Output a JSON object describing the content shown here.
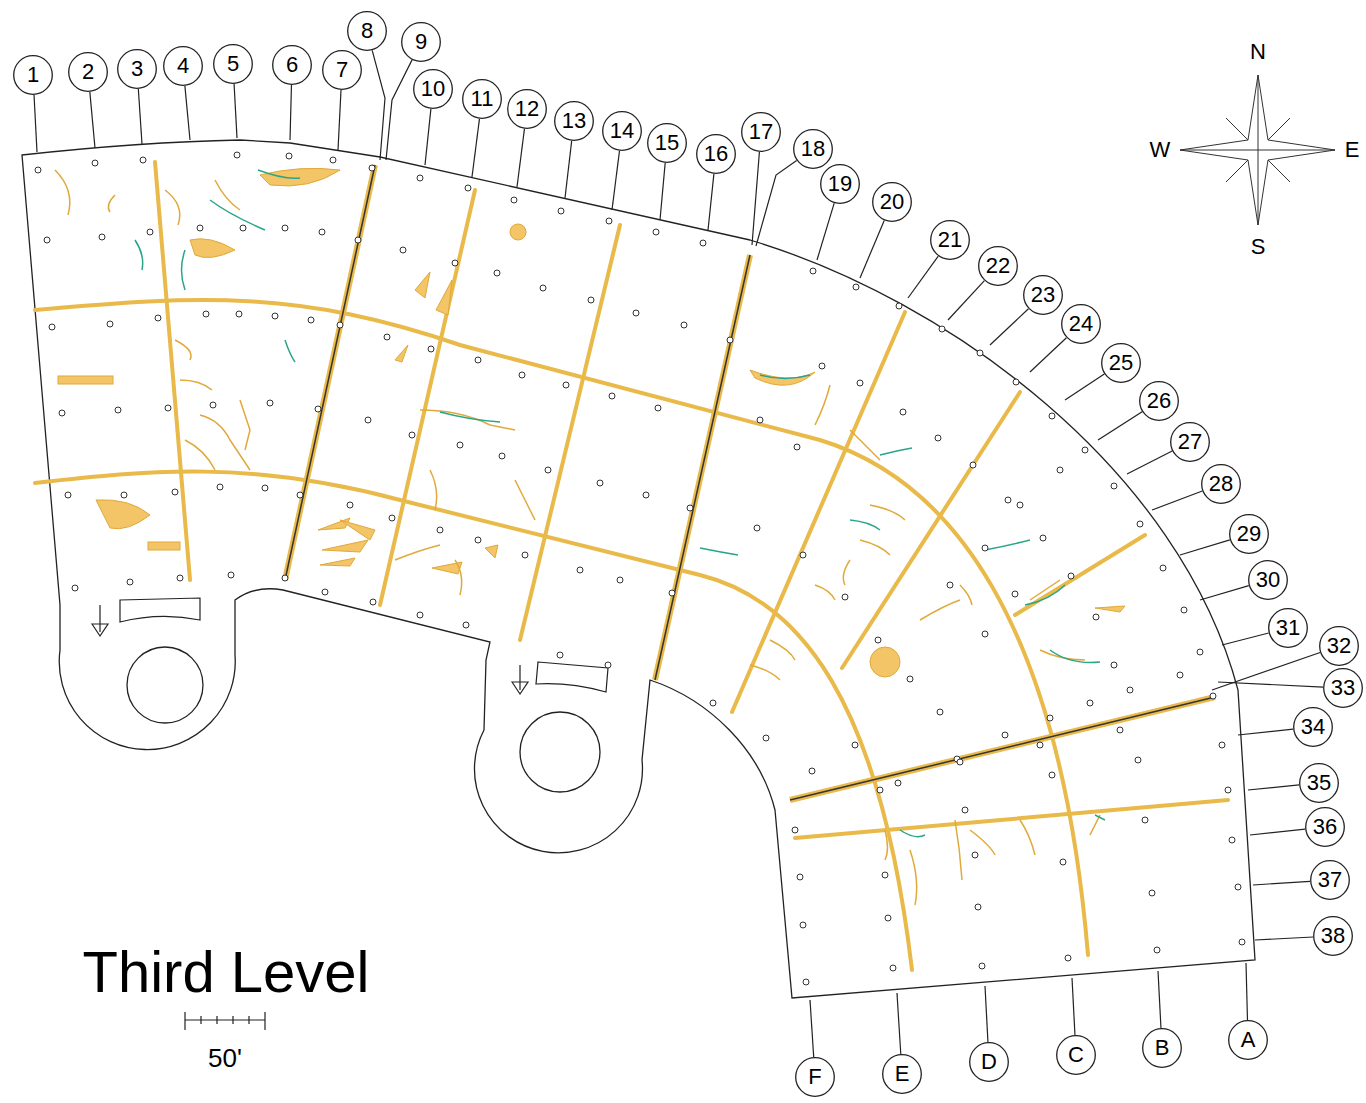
{
  "diagram": {
    "title": "Third Level",
    "nodes": [
      {
        "text": [
          "1"
        ]
      },
      {
        "text": [
          "2"
        ]
      },
      {
        "text": [
          "3"
        ]
      },
      {
        "text": [
          "4"
        ]
      },
      {
        "text": [
          "5"
        ]
      },
      {
        "text": [
          "6"
        ]
      },
      {
        "text": [
          "7"
        ]
      },
      {
        "text": [
          "8"
        ]
      },
      {
        "text": [
          "9"
        ]
      },
      {
        "text": [
          "10"
        ]
      },
      {
        "text": [
          "11"
        ]
      },
      {
        "text": [
          "12"
        ]
      },
      {
        "text": [
          "13"
        ]
      },
      {
        "text": [
          "14"
        ]
      },
      {
        "text": [
          "15"
        ]
      },
      {
        "text": [
          "16"
        ]
      },
      {
        "text": [
          "17"
        ]
      },
      {
        "text": [
          "18"
        ]
      },
      {
        "text": [
          "19"
        ]
      },
      {
        "text": [
          "20"
        ]
      },
      {
        "text": [
          "21"
        ]
      },
      {
        "text": [
          "22"
        ]
      },
      {
        "text": [
          "23"
        ]
      },
      {
        "text": [
          "24"
        ]
      },
      {
        "text": [
          "25"
        ]
      },
      {
        "text": [
          "26"
        ]
      },
      {
        "text": [
          "27"
        ]
      },
      {
        "text": [
          "28"
        ]
      },
      {
        "text": [
          "29"
        ]
      },
      {
        "text": [
          "30"
        ]
      },
      {
        "text": [
          "31"
        ]
      },
      {
        "text": [
          "32"
        ]
      },
      {
        "text": [
          "33"
        ]
      },
      {
        "text": [
          "34"
        ]
      },
      {
        "text": [
          "35"
        ]
      },
      {
        "text": [
          "36"
        ]
      },
      {
        "text": [
          "37"
        ]
      },
      {
        "text": [
          "38"
        ]
      },
      {
        "text": [
          "F"
        ]
      },
      {
        "text": [
          "E"
        ]
      },
      {
        "text": [
          "D"
        ]
      },
      {
        "text": [
          "C"
        ]
      },
      {
        "text": [
          "B"
        ]
      },
      {
        "text": [
          "A"
        ]
      }
    ],
    "labels": [
      "N",
      "W",
      "E",
      "S",
      "50'"
    ]
  }
}
